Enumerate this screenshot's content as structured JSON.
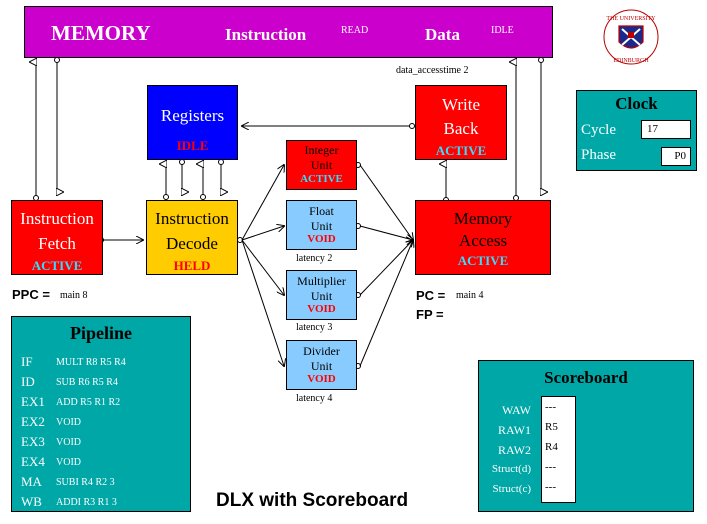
{
  "memory": {
    "title": "MEMORY",
    "instruction_label": "Instruction",
    "instruction_status": "READ",
    "data_label": "Data",
    "data_status": "IDLE",
    "access_time": "data_accesstime 2"
  },
  "registers": {
    "title": "Registers",
    "status": "IDLE"
  },
  "write_back": {
    "title_line1": "Write",
    "title_line2": "Back",
    "status": "ACTIVE"
  },
  "fetch": {
    "title_line1": "Instruction",
    "title_line2": "Fetch",
    "status": "ACTIVE"
  },
  "decode": {
    "title_line1": "Instruction",
    "title_line2": "Decode",
    "status": "HELD"
  },
  "memory_access": {
    "title_line1": "Memory",
    "title_line2": "Access",
    "status": "ACTIVE"
  },
  "units": {
    "integer": {
      "line1": "Integer",
      "line2": "Unit",
      "status": "ACTIVE"
    },
    "float": {
      "line1": "Float",
      "line2": "Unit",
      "status": "VOID",
      "latency": "latency 2"
    },
    "multiplier": {
      "line1": "Multiplier",
      "line2": "Unit",
      "status": "VOID",
      "latency": "latency 3"
    },
    "divider": {
      "line1": "Divider",
      "line2": "Unit",
      "status": "VOID",
      "latency": "latency 4"
    }
  },
  "ppc": {
    "label": "PPC =",
    "value": "main 8"
  },
  "pc": {
    "label": "PC =",
    "value": "main 4"
  },
  "fp": {
    "label": "FP ="
  },
  "clock": {
    "title": "Clock",
    "cycle_label": "Cycle",
    "cycle_value": "17",
    "phase_label": "Phase",
    "phase_value": "P0"
  },
  "pipeline": {
    "title": "Pipeline",
    "stages": [
      {
        "stage": "IF",
        "instr": "MULT R8 R5 R4"
      },
      {
        "stage": "ID",
        "instr": "SUB R6 R5 R4"
      },
      {
        "stage": "EX1",
        "instr": "ADD R5 R1 R2"
      },
      {
        "stage": "EX2",
        "instr": "VOID"
      },
      {
        "stage": "EX3",
        "instr": "VOID"
      },
      {
        "stage": "EX4",
        "instr": "VOID"
      },
      {
        "stage": "MA",
        "instr": "SUBI R4 R2 3"
      },
      {
        "stage": "WB",
        "instr": "ADDI R3 R1 3"
      }
    ]
  },
  "scoreboard": {
    "title": "Scoreboard",
    "rows": [
      {
        "label": "WAW",
        "value": "---"
      },
      {
        "label": "RAW1",
        "value": "R5"
      },
      {
        "label": "RAW2",
        "value": "R4"
      },
      {
        "label": "Struct(d)",
        "value": "---"
      },
      {
        "label": "Struct(c)",
        "value": "---"
      }
    ]
  },
  "caption": "DLX with Scoreboard",
  "colors": {
    "memory_bg": "#cc00cc",
    "registers_bg": "#0000ff",
    "stage_bg": "#ff0000",
    "decode_bg": "#ffcc00",
    "unit_bg": "#88ccff",
    "panel_bg": "#00a7a7",
    "status_cyan": "#33ddff"
  },
  "logo": {
    "icon": "university-crest-icon",
    "text": "THE UNIVERSITY OF EDINBURGH"
  }
}
